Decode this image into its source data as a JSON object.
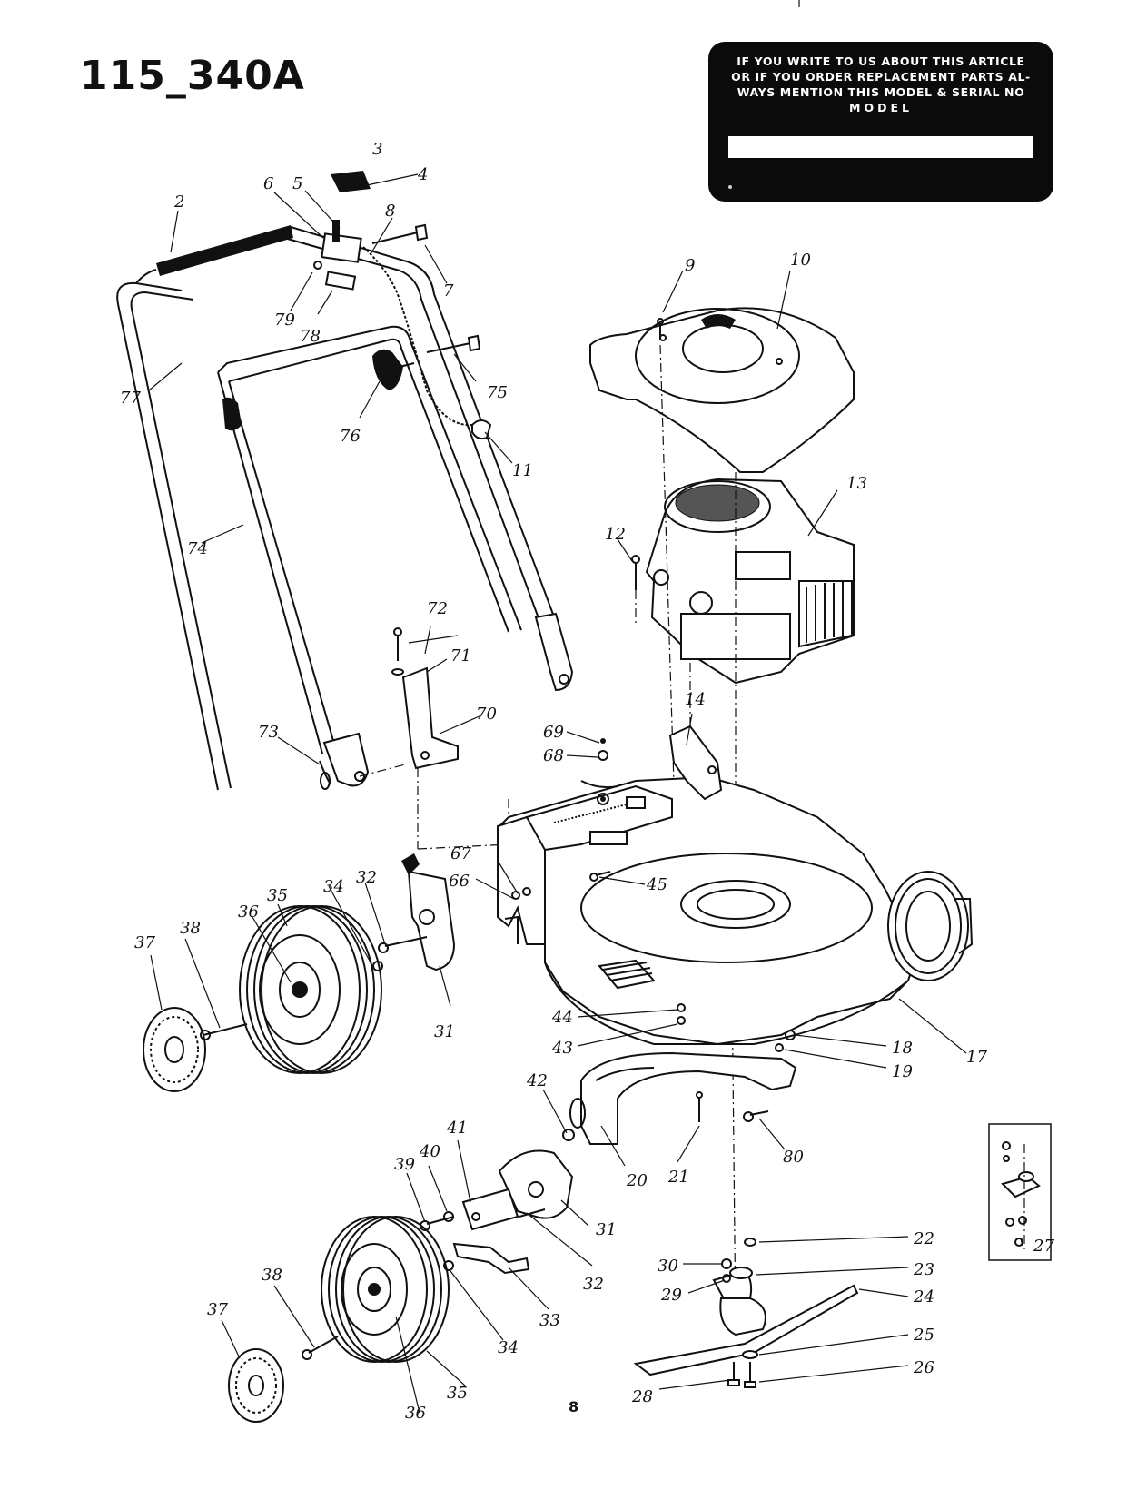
{
  "header": {
    "model_number": "115_340A"
  },
  "notice_box": {
    "line1": "IF YOU WRITE TO US ABOUT THIS ARTICLE",
    "line2": "OR IF YOU ORDER REPLACEMENT PARTS AL-",
    "line3": "WAYS MENTION THIS MODEL & SERIAL NO",
    "line4": "MODEL"
  },
  "callouts": [
    "2",
    "3",
    "4",
    "5",
    "6",
    "7",
    "8",
    "9",
    "10",
    "11",
    "12",
    "13",
    "14",
    "17",
    "18",
    "19",
    "20",
    "21",
    "22",
    "23",
    "24",
    "25",
    "26",
    "27",
    "28",
    "29",
    "30",
    "31",
    "31",
    "32",
    "32",
    "33",
    "34",
    "34",
    "35",
    "35",
    "36",
    "36",
    "37",
    "37",
    "38",
    "38",
    "39",
    "40",
    "41",
    "42",
    "43",
    "44",
    "45",
    "66",
    "67",
    "68",
    "69",
    "70",
    "71",
    "72",
    "73",
    "74",
    "75",
    "76",
    "77",
    "78",
    "79",
    "80"
  ],
  "footer": {
    "page_number": "8"
  }
}
